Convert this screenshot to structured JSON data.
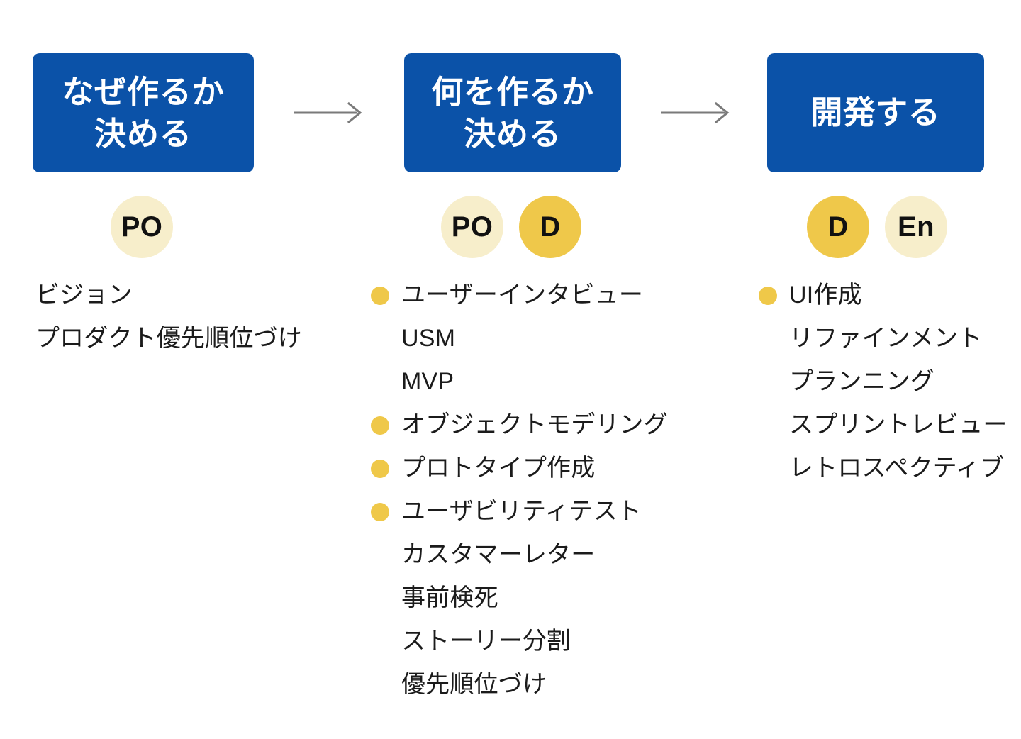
{
  "colors": {
    "phase_box_blue": "#0B52A8",
    "badge_cream": "#F7EECB",
    "badge_gold": "#EFC84A",
    "bullet_gold": "#EFC849",
    "arrow_gray": "#7A7A7A",
    "text_black": "#1B1B1B",
    "background": "#FFFFFF"
  },
  "arrows": [
    {
      "name": "arrow-1",
      "icon": "arrow-right-icon"
    },
    {
      "name": "arrow-2",
      "icon": "arrow-right-icon"
    }
  ],
  "columns": [
    {
      "id": "why",
      "title": "なぜ作るか\n決める",
      "roles": [
        {
          "label": "PO",
          "style": "cream"
        }
      ],
      "items": [
        {
          "label": "ビジョン",
          "bullet": false
        },
        {
          "label": "プロダクト優先順位づけ",
          "bullet": false
        }
      ]
    },
    {
      "id": "what",
      "title": "何を作るか\n決める",
      "roles": [
        {
          "label": "PO",
          "style": "cream"
        },
        {
          "label": "D",
          "style": "gold"
        }
      ],
      "items": [
        {
          "label": "ユーザーインタビュー",
          "bullet": true
        },
        {
          "label": "USM",
          "bullet": false
        },
        {
          "label": "MVP",
          "bullet": false
        },
        {
          "label": "オブジェクトモデリング",
          "bullet": true
        },
        {
          "label": "プロトタイプ作成",
          "bullet": true
        },
        {
          "label": "ユーザビリティテスト",
          "bullet": true
        },
        {
          "label": "カスタマーレター",
          "bullet": false
        },
        {
          "label": "事前検死",
          "bullet": false
        },
        {
          "label": "ストーリー分割",
          "bullet": false
        },
        {
          "label": "優先順位づけ",
          "bullet": false
        }
      ]
    },
    {
      "id": "develop",
      "title": "開発する",
      "roles": [
        {
          "label": "D",
          "style": "gold"
        },
        {
          "label": "En",
          "style": "cream"
        }
      ],
      "items": [
        {
          "label": "UI作成",
          "bullet": true
        },
        {
          "label": "リファインメント",
          "bullet": false
        },
        {
          "label": "プランニング",
          "bullet": false
        },
        {
          "label": "スプリントレビュー",
          "bullet": false
        },
        {
          "label": "レトロスペクティブ",
          "bullet": false
        }
      ]
    }
  ]
}
